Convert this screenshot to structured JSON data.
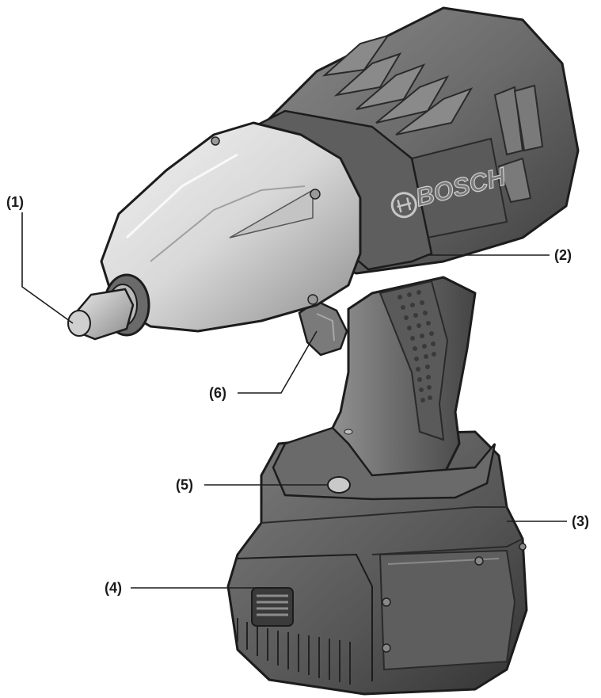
{
  "figure": {
    "brand_text": "BOSCH",
    "colors": {
      "body_dark": "#4a4a4a",
      "body_mid": "#6e6e6e",
      "body_light": "#9a9a9a",
      "nose_light": "#e2e2e2",
      "nose_mid": "#b8b8b8",
      "outline": "#1c1c1c",
      "leader": "#1c1c1c",
      "background": "#ffffff"
    }
  },
  "callouts": [
    {
      "id": "1",
      "label": "(1)"
    },
    {
      "id": "2",
      "label": "(2)"
    },
    {
      "id": "3",
      "label": "(3)"
    },
    {
      "id": "4",
      "label": "(4)"
    },
    {
      "id": "5",
      "label": "(5)"
    },
    {
      "id": "6",
      "label": "(6)"
    }
  ]
}
